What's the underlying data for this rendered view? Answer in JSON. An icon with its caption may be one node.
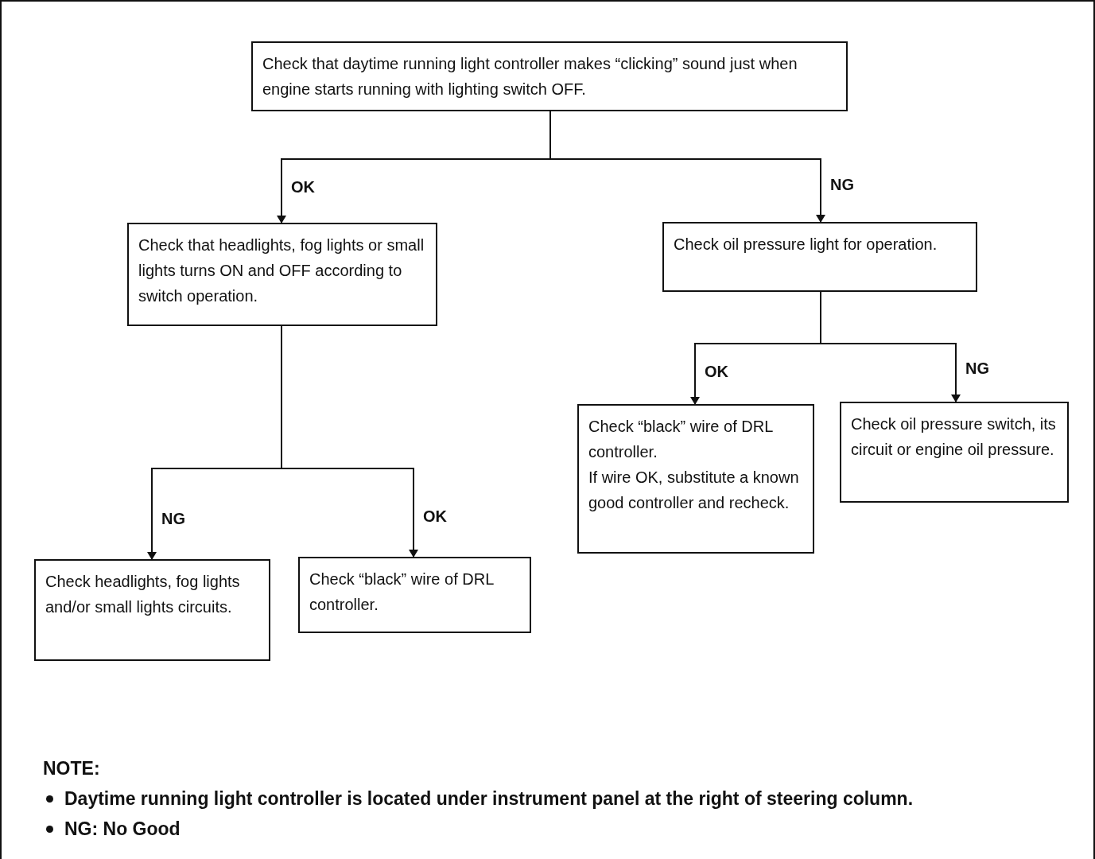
{
  "diagram": {
    "nodes": [
      {
        "text": [
          "Check that daytime running light controller makes “clicking” sound just when engine starts running with lighting switch OFF."
        ]
      },
      {
        "text": [
          "Check that headlights, fog lights or small lights turns ON and OFF according to switch operation."
        ]
      },
      {
        "text": [
          "Check oil pressure light for operation."
        ]
      },
      {
        "text": [
          "Check headlights, fog lights and/or small lights circuits."
        ]
      },
      {
        "text": [
          "Check “black” wire of DRL controller."
        ]
      },
      {
        "text": [
          "Check “black” wire of DRL controller.",
          "If wire OK, substitute a known good controller and recheck."
        ]
      },
      {
        "text": [
          "Check oil pressure switch, its circuit or engine oil pressure."
        ]
      }
    ],
    "edges": [
      {
        "from": 0,
        "to": 1,
        "arrow": "to",
        "label": "OK"
      },
      {
        "from": 0,
        "to": 2,
        "arrow": "to",
        "label": "NG"
      },
      {
        "from": 2,
        "to": 5,
        "arrow": "to",
        "label": "OK"
      },
      {
        "from": 2,
        "to": 6,
        "arrow": "to",
        "label": "NG"
      },
      {
        "from": 1,
        "to": 3,
        "arrow": "to",
        "label": "NG"
      },
      {
        "from": 1,
        "to": 4,
        "arrow": "to",
        "label": "OK"
      }
    ],
    "labels": [
      "NOTE:",
      "Daytime running light controller is located under instrument panel at the right of steering column.",
      "NG: No Good"
    ]
  }
}
